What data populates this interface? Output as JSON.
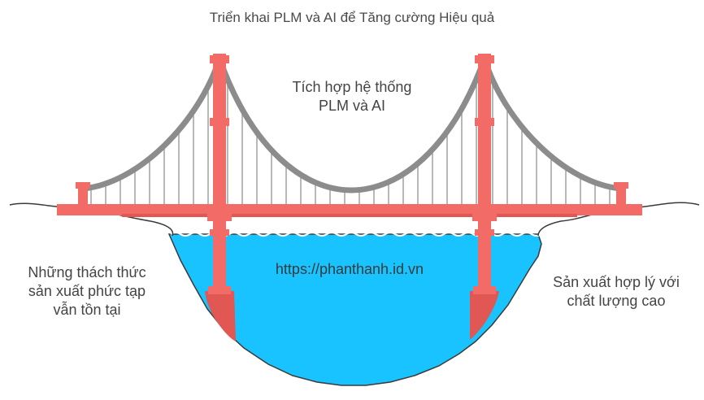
{
  "title": "Triển khai PLM và AI để Tăng cường Hiệu quả",
  "center_label": [
    "Tích hợp hệ thống",
    "PLM và AI"
  ],
  "left_label": [
    "Những thách thức",
    "sản xuất phức tạp",
    "vẫn tồn tại"
  ],
  "right_label": [
    "Sản xuất hợp lý với",
    "chất lượng cao"
  ],
  "url": "https://phanthanh.id.vn",
  "colors": {
    "tower": "#f26b67",
    "tower_dark": "#e05753",
    "water": "#19c3ff",
    "cable": "#8c8c8c",
    "ground_outline": "#3a3a3a",
    "suspender": "#9a9a9a"
  }
}
